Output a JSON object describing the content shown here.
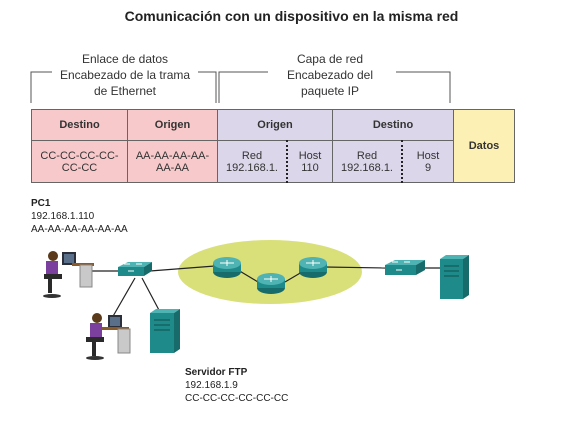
{
  "title": "Comunicación con un dispositivo en la misma red",
  "header_left": {
    "line1": "Enlace de datos",
    "line2": "Encabezado de la trama",
    "line3": "de Ethernet"
  },
  "header_right": {
    "line1": "Capa de red",
    "line2": "Encabezado del",
    "line3": "paquete IP"
  },
  "frame": {
    "col_eth_dest": "Destino",
    "col_eth_src": "Origen",
    "col_ip_src": "Origen",
    "col_ip_dest": "Destino",
    "col_data": "Datos",
    "eth_dest_line1": "CC-CC-CC-CC-",
    "eth_dest_line2": "CC-CC",
    "eth_src_line1": "AA-AA-AA-AA-",
    "eth_src_line2": "AA-AA",
    "ip_src_red_label": "Red",
    "ip_src_red_value": "192.168.1.",
    "ip_src_host_label": "Host",
    "ip_src_host_value": "110",
    "ip_dst_red_label": "Red",
    "ip_dst_red_value": "192.168.1.",
    "ip_dst_host_label": "Host",
    "ip_dst_host_value": "9"
  },
  "pc1": {
    "name": "PC1",
    "ip": "192.168.1.110",
    "mac": "AA-AA-AA-AA-AA-AA"
  },
  "ftp": {
    "name": "Servidor FTP",
    "ip": "192.168.1.9",
    "mac": "CC-CC-CC-CC-CC-CC"
  },
  "colors": {
    "pink": "#f7c9cb",
    "lavender": "#dcd6ea",
    "yellow": "#fdf0b4",
    "cloud": "#d9e07a",
    "device": "#1f8a8a"
  },
  "icons": [
    "pc-user-icon",
    "switch-icon",
    "router-icon",
    "server-icon"
  ]
}
